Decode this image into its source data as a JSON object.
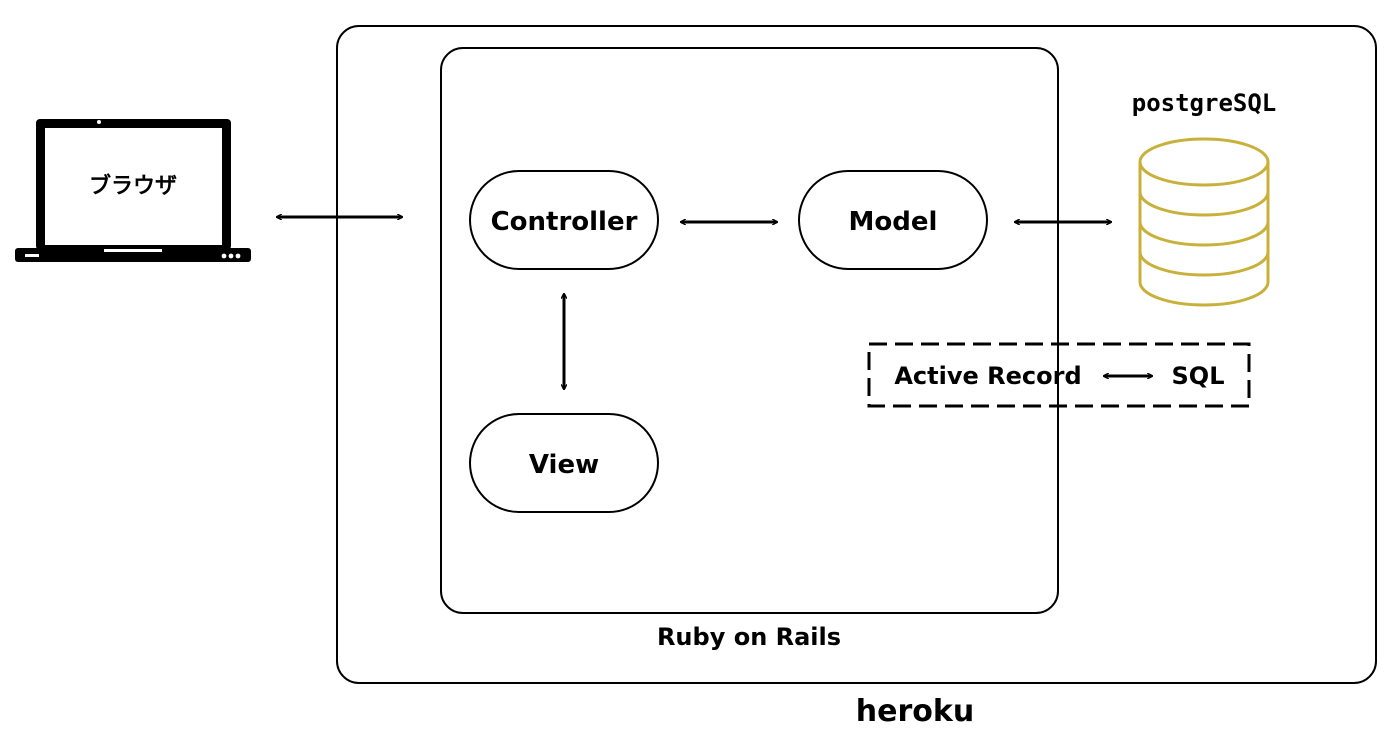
{
  "colors": {
    "stroke": "#000000",
    "database": "#c9b03a",
    "background": "#ffffff"
  },
  "icons": {
    "browser": "laptop-icon",
    "database": "database-icon"
  },
  "labels": {
    "browser": "ブラウザ",
    "controller": "Controller",
    "model": "Model",
    "view": "View",
    "active_record": "Active Record",
    "sql": "SQL",
    "postgresql": "postgreSQL",
    "ruby_on_rails": "Ruby on Rails",
    "heroku": "heroku"
  }
}
